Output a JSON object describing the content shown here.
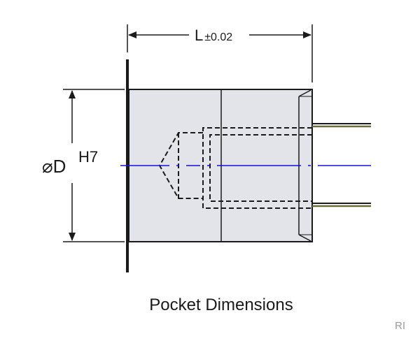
{
  "length_dimension": {
    "symbol": "L",
    "tolerance": "±0.02"
  },
  "diameter_dimension": {
    "symbol": "⌀D",
    "fit": "H7"
  },
  "caption": "Pocket Dimensions",
  "corner_mark": "RI",
  "colors": {
    "outline": "#1a1a1a",
    "body_fill": "#e3e4ea",
    "centerline": "#1010e0",
    "leads": "#6b6b3a"
  }
}
